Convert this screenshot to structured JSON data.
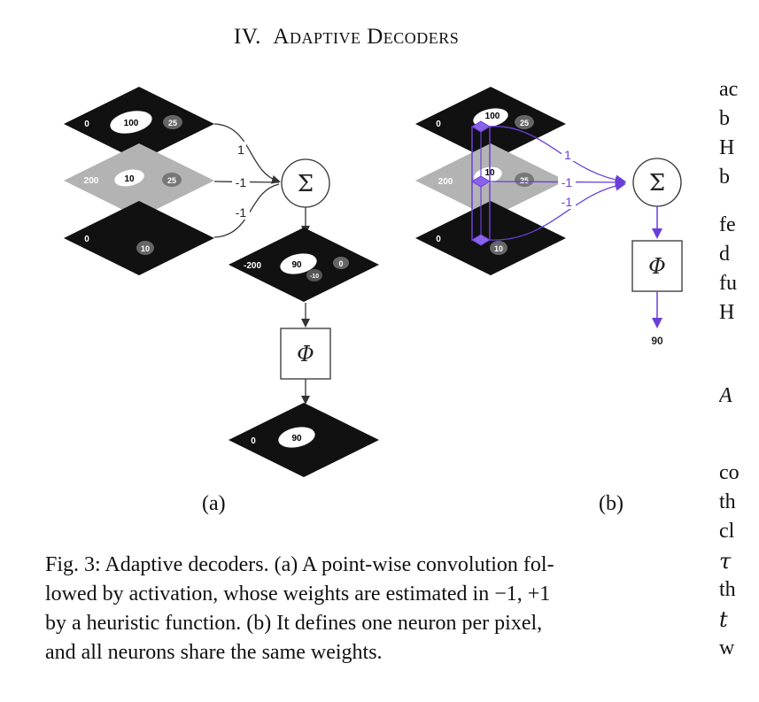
{
  "section": {
    "number": "IV.",
    "title": "Adaptive Decoders"
  },
  "fig_a": {
    "top_map": {
      "bg": "0",
      "blob1": "100",
      "blob2": "25"
    },
    "mid_map": {
      "bg": "200",
      "blob1": "10",
      "blob2": "25"
    },
    "bot_map": {
      "bg": "0",
      "blob1": "10"
    },
    "weights": [
      "1",
      "-1",
      "-1"
    ],
    "sum_symbol": "Σ",
    "sum_map": {
      "bg": "-200",
      "blob1": "90",
      "blob2": "0",
      "blob3": "-10"
    },
    "phi_symbol": "Φ",
    "out_map": {
      "bg": "0",
      "blob1": "90"
    },
    "label": "(a)"
  },
  "fig_b": {
    "top_map": {
      "bg": "0",
      "blob1": "100",
      "blob2": "25"
    },
    "mid_map": {
      "bg": "200",
      "blob1": "10",
      "blob2": "25"
    },
    "bot_map": {
      "bg": "0",
      "blob1": "10"
    },
    "weights": [
      "1",
      "-1",
      "-1"
    ],
    "sum_symbol": "Σ",
    "phi_symbol": "Φ",
    "output": "90",
    "label": "(b)"
  },
  "caption": {
    "lines": [
      "Fig. 3: Adaptive decoders. (a) A point-wise convolution fol-",
      "lowed by activation, whose weights are estimated in −1, +1",
      "by a heuristic function. (b) It defines one neuron per pixel,",
      "and all neurons share the same weights."
    ]
  },
  "right_column": [
    "ac",
    "b",
    "H",
    "b",
    "fe",
    "d",
    "fu",
    "H",
    "A",
    "co",
    "th",
    "cl",
    "τ",
    "th",
    "t",
    "w"
  ],
  "colors": {
    "dark_map": "#111111",
    "light_map": "#b3b3b3",
    "accent": "#6a3fd8",
    "line": "#333333"
  }
}
